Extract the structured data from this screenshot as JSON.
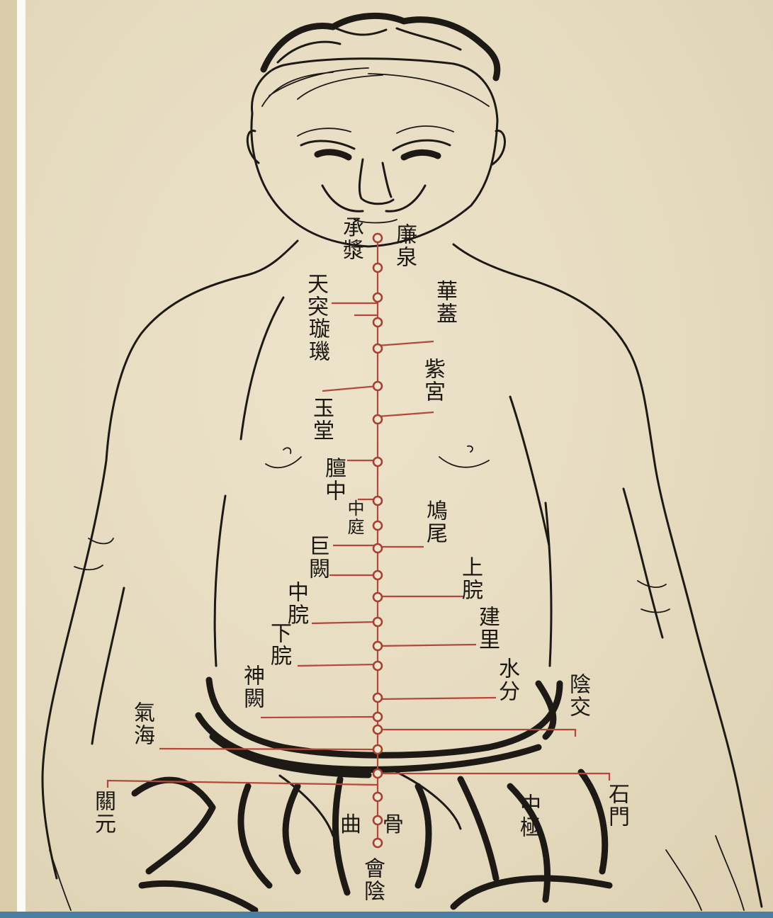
{
  "labels": {
    "chengjiang": "承漿",
    "lianquan": "廉泉",
    "tiantu": "天突",
    "huagai": "華蓋",
    "xuanji": "璇璣",
    "zigong": "紫宮",
    "yutang": "玉堂",
    "danzhong": "膻中",
    "zhongting": "中庭",
    "jiuwei": "鳩尾",
    "juque": "巨闕",
    "shangwan": "上脘",
    "zhongwan": "中脘",
    "jianli": "建里",
    "xiawan": "下脘",
    "shuifen": "水分",
    "shenque": "神闕",
    "yinjiao": "陰交",
    "qihai": "氣海",
    "guanyuan": "關元",
    "shimen": "石門",
    "zhongji": "中極",
    "qugu": "曲骨",
    "huiyin": "會陰"
  },
  "colors": {
    "paper": "#e9dfc6",
    "ink": "#1d1a16",
    "meridian_red": "#b5483a",
    "frame_white": "#fbfaf6",
    "bottom_bar": "#4a7fa3"
  }
}
